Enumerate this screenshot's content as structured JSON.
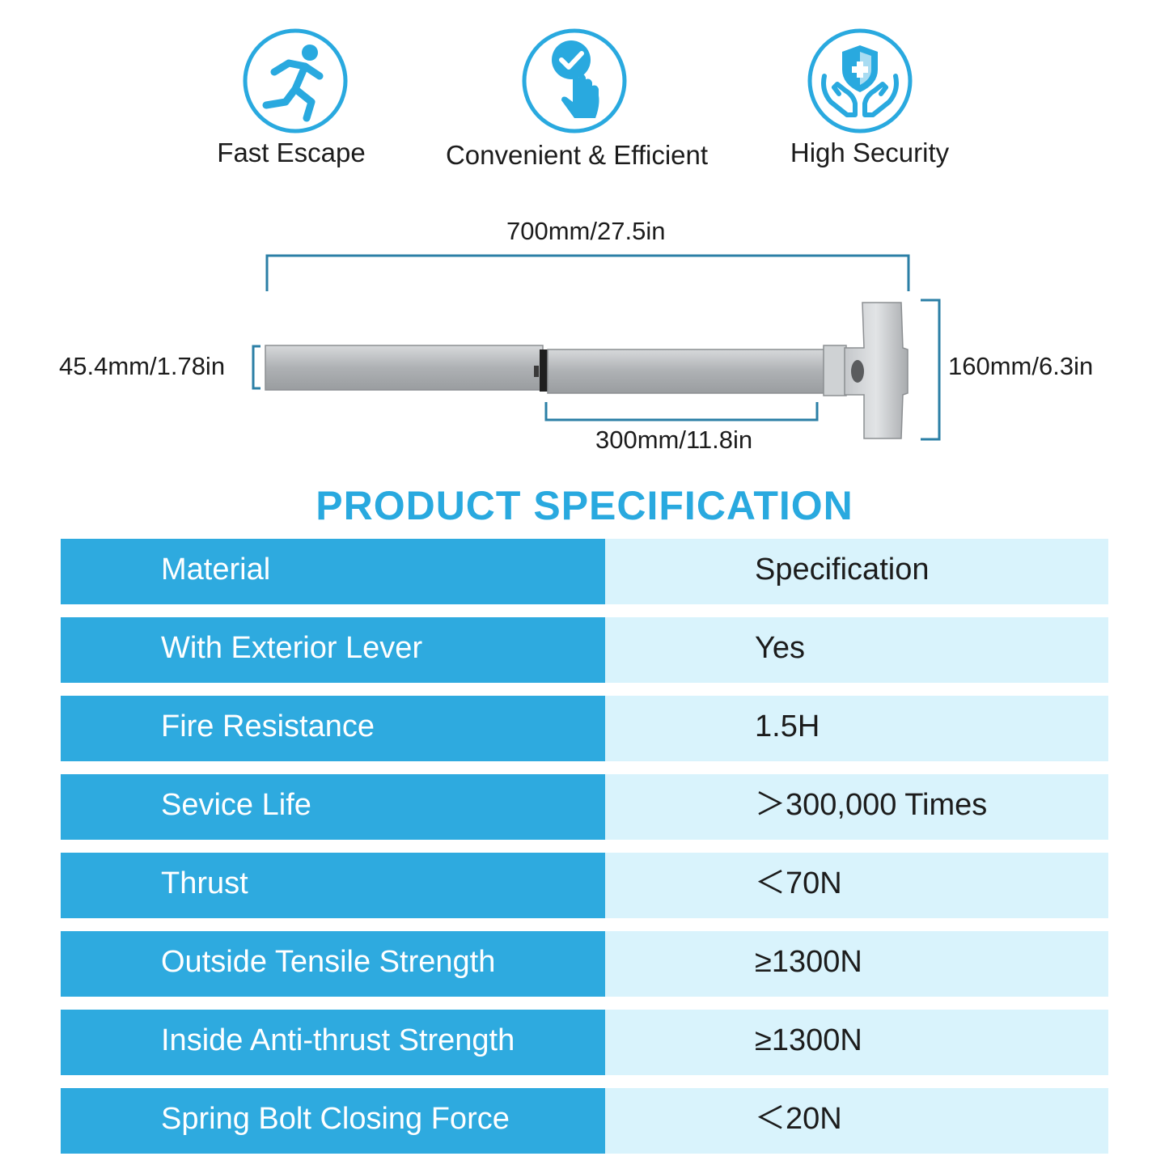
{
  "features": [
    {
      "label": "Fast Escape",
      "icon": "running-person-icon"
    },
    {
      "label": "Convenient & Efficient",
      "icon": "touch-check-icon"
    },
    {
      "label": "High Security",
      "icon": "shield-hands-icon"
    }
  ],
  "dimensions": {
    "total_length": "700mm/27.5in",
    "bar_height": "45.4mm/1.78in",
    "push_pad_length": "300mm/11.8in",
    "end_height": "160mm/6.3in"
  },
  "spec": {
    "title": "PRODUCT SPECIFICATION",
    "header": {
      "left": "Material",
      "right": "Specification"
    },
    "rows": [
      {
        "left": "With Exterior Lever",
        "right": "Yes"
      },
      {
        "left": "Fire Resistance",
        "right": "1.5H"
      },
      {
        "left": "Sevice Life",
        "right": "＞300,000 Times"
      },
      {
        "left": "Thrust",
        "right": "＜70N"
      },
      {
        "left": "Outside Tensile Strength",
        "right": "≥1300N"
      },
      {
        "left": "Inside Anti-thrust Strength",
        "right": "≥1300N"
      },
      {
        "left": "Spring Bolt Closing Force",
        "right": "＜20N"
      }
    ]
  },
  "colors": {
    "accent": "#29a9df",
    "cell_dark": "#2eaadf",
    "cell_light": "#d9f3fc",
    "dimension_line": "#2b7fa6"
  }
}
